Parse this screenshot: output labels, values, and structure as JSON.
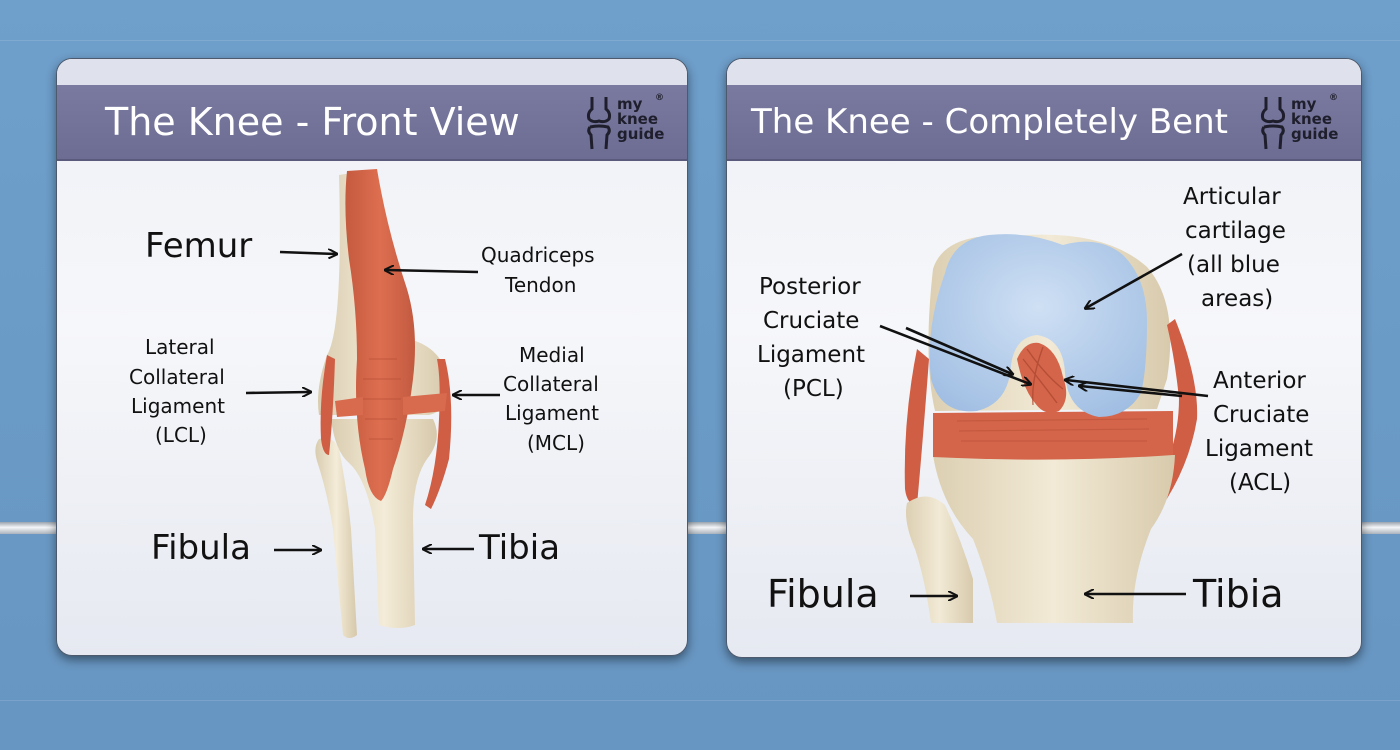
{
  "brand": {
    "logo_lines": [
      "my",
      "knee",
      "guide"
    ],
    "registered": "®"
  },
  "panels": [
    {
      "title": "The Knee - Front View",
      "labels": {
        "femur": "Femur",
        "quad_1": "Quadriceps",
        "quad_2": "Tendon",
        "lcl_1": "Lateral",
        "lcl_2": "Collateral",
        "lcl_3": "Ligament",
        "lcl_4": "(LCL)",
        "mcl_1": "Medial",
        "mcl_2": "Collateral",
        "mcl_3": "Ligament",
        "mcl_4": "(MCL)",
        "fibula": "Fibula",
        "tibia": "Tibia"
      }
    },
    {
      "title": "The Knee - Completely Bent",
      "labels": {
        "cart_1": "Articular",
        "cart_2": "cartilage",
        "cart_3": "(all blue",
        "cart_4": "areas)",
        "pcl_1": "Posterior",
        "pcl_2": "Cruciate",
        "pcl_3": "Ligament",
        "pcl_4": "(PCL)",
        "acl_1": "Anterior",
        "acl_2": "Cruciate",
        "acl_3": "Ligament",
        "acl_4": "(ACL)",
        "fibula": "Fibula",
        "tibia": "Tibia"
      }
    }
  ],
  "colors": {
    "background": "#6a9ac6",
    "header": "#72729a",
    "bone": "#efe4cc",
    "muscle": "#d9694d",
    "cartilage": "#aec8e8"
  }
}
